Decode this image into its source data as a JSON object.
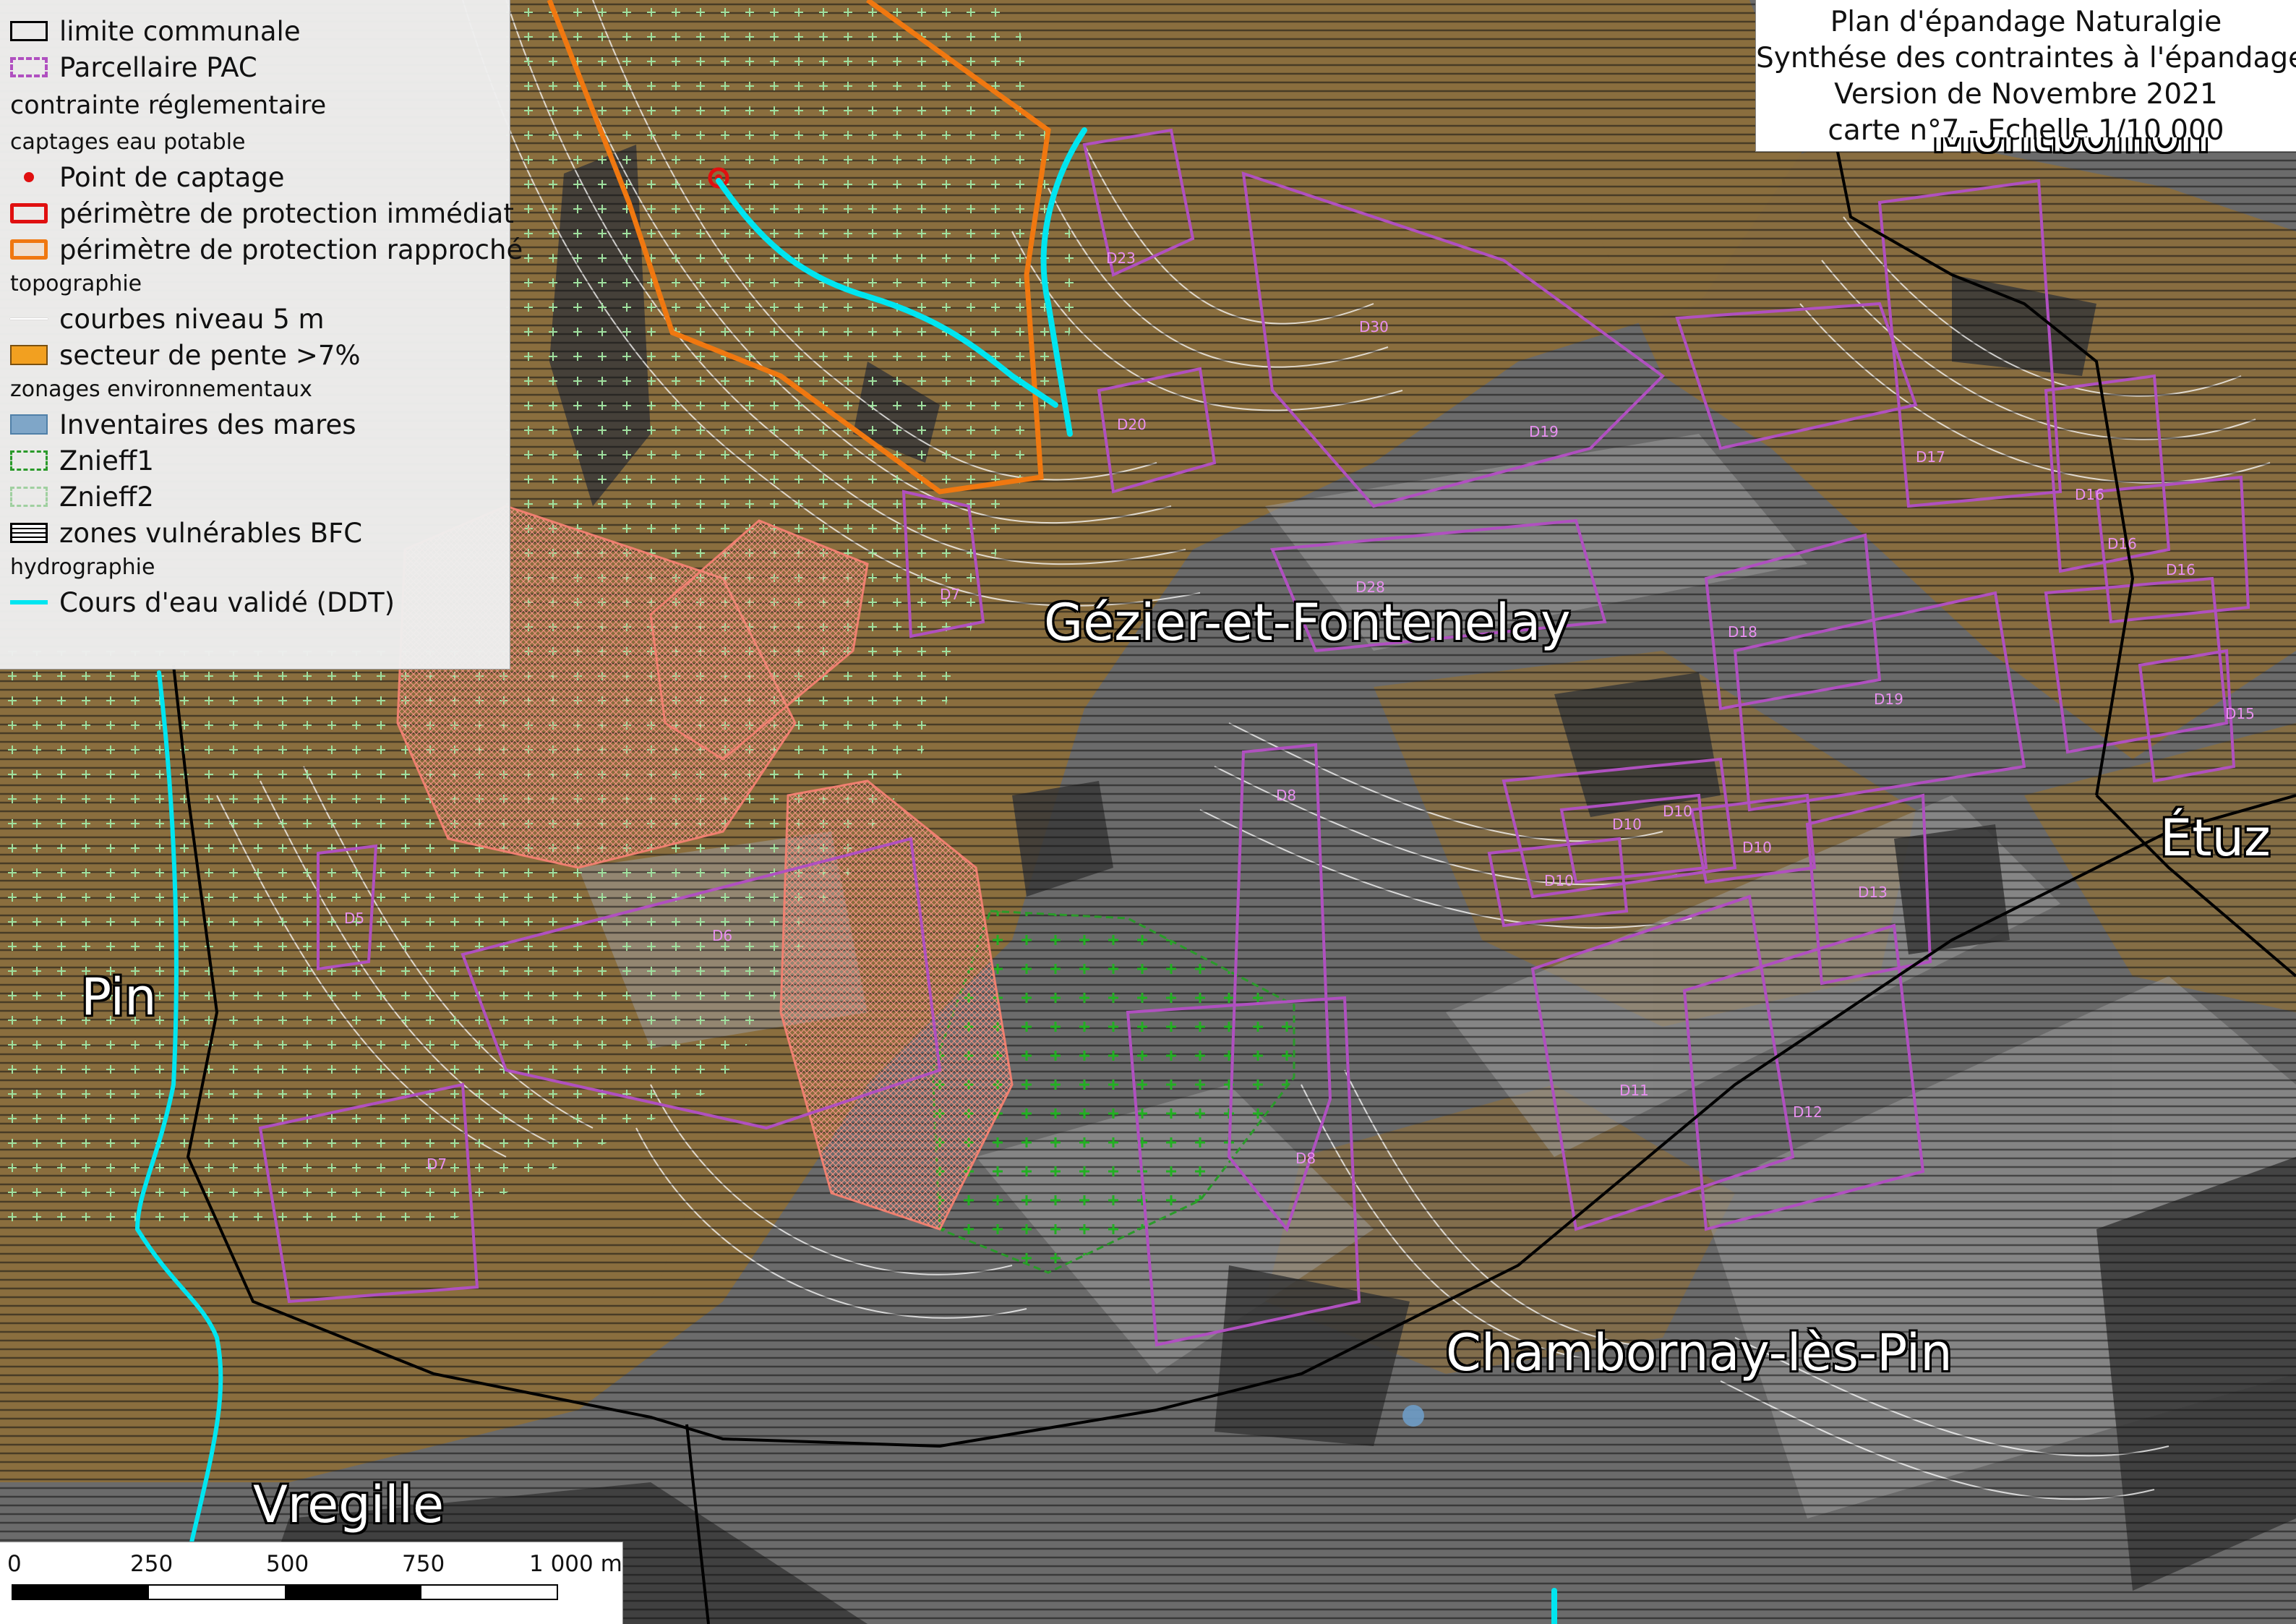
{
  "legend": {
    "items": [
      {
        "kind": "item",
        "label": "limite communale",
        "symbol": "commune"
      },
      {
        "kind": "item",
        "label": "Parcellaire PAC",
        "symbol": "pac"
      },
      {
        "kind": "heading",
        "label": "contrainte réglementaire"
      },
      {
        "kind": "subheading",
        "label": "captages eau potable"
      },
      {
        "kind": "item",
        "label": "Point de captage",
        "symbol": "point"
      },
      {
        "kind": "item",
        "label": "périmètre de protection immédiat",
        "symbol": "immediat"
      },
      {
        "kind": "item",
        "label": "périmètre de protection rapproché",
        "symbol": "rapproche"
      },
      {
        "kind": "subheading",
        "label": "topographie"
      },
      {
        "kind": "item",
        "label": "courbes niveau 5 m",
        "symbol": "courbe"
      },
      {
        "kind": "item",
        "label": "secteur de pente >7%",
        "symbol": "pente"
      },
      {
        "kind": "subheading",
        "label": "zonages environnementaux"
      },
      {
        "kind": "item",
        "label": "Inventaires des mares",
        "symbol": "mares"
      },
      {
        "kind": "item",
        "label": "Znieff1",
        "symbol": "znieff1"
      },
      {
        "kind": "item",
        "label": "Znieff2",
        "symbol": "znieff2"
      },
      {
        "kind": "item",
        "label": "zones vulnérables BFC",
        "symbol": "zv"
      },
      {
        "kind": "subheading",
        "label": "hydrographie"
      },
      {
        "kind": "item",
        "label": "Cours d'eau validé (DDT)",
        "symbol": "cours"
      }
    ]
  },
  "title": {
    "lines": [
      "Plan d'épandage Naturalgie",
      "Synthése des contraintes à l'épandage.",
      "Version de Novembre 2021",
      "carte n°7 - Echelle 1/10 000"
    ]
  },
  "places": {
    "gezier": "Gézier-et-Fontenelay",
    "chambornay": "Chambornay-lès-Pin",
    "pin": "Pin",
    "vregille": "Vregille",
    "etuz": "Étuz",
    "montboillon": "Montboillon"
  },
  "parcels": [
    "D23",
    "D20",
    "D30",
    "D19",
    "D17",
    "D16",
    "D16",
    "D16",
    "D28",
    "D7",
    "D18",
    "D19",
    "D15",
    "D8",
    "D10",
    "D10",
    "D10",
    "D10",
    "D13",
    "D5",
    "D6",
    "D11",
    "D12",
    "D8",
    "D7"
  ],
  "scale": {
    "ticks": [
      "0",
      "250",
      "500",
      "750",
      "1 000 m"
    ]
  },
  "colors": {
    "slope": "#8a6e3e",
    "terrain": "#6a6a6a",
    "forest": "#3c3c3c",
    "pac": "#b050c0",
    "immediat": "#e01010",
    "rapproche": "#f07810",
    "cours": "#00e5f0",
    "znieff1": "#2a9a2a",
    "znieff2": "#a0d0a0"
  }
}
